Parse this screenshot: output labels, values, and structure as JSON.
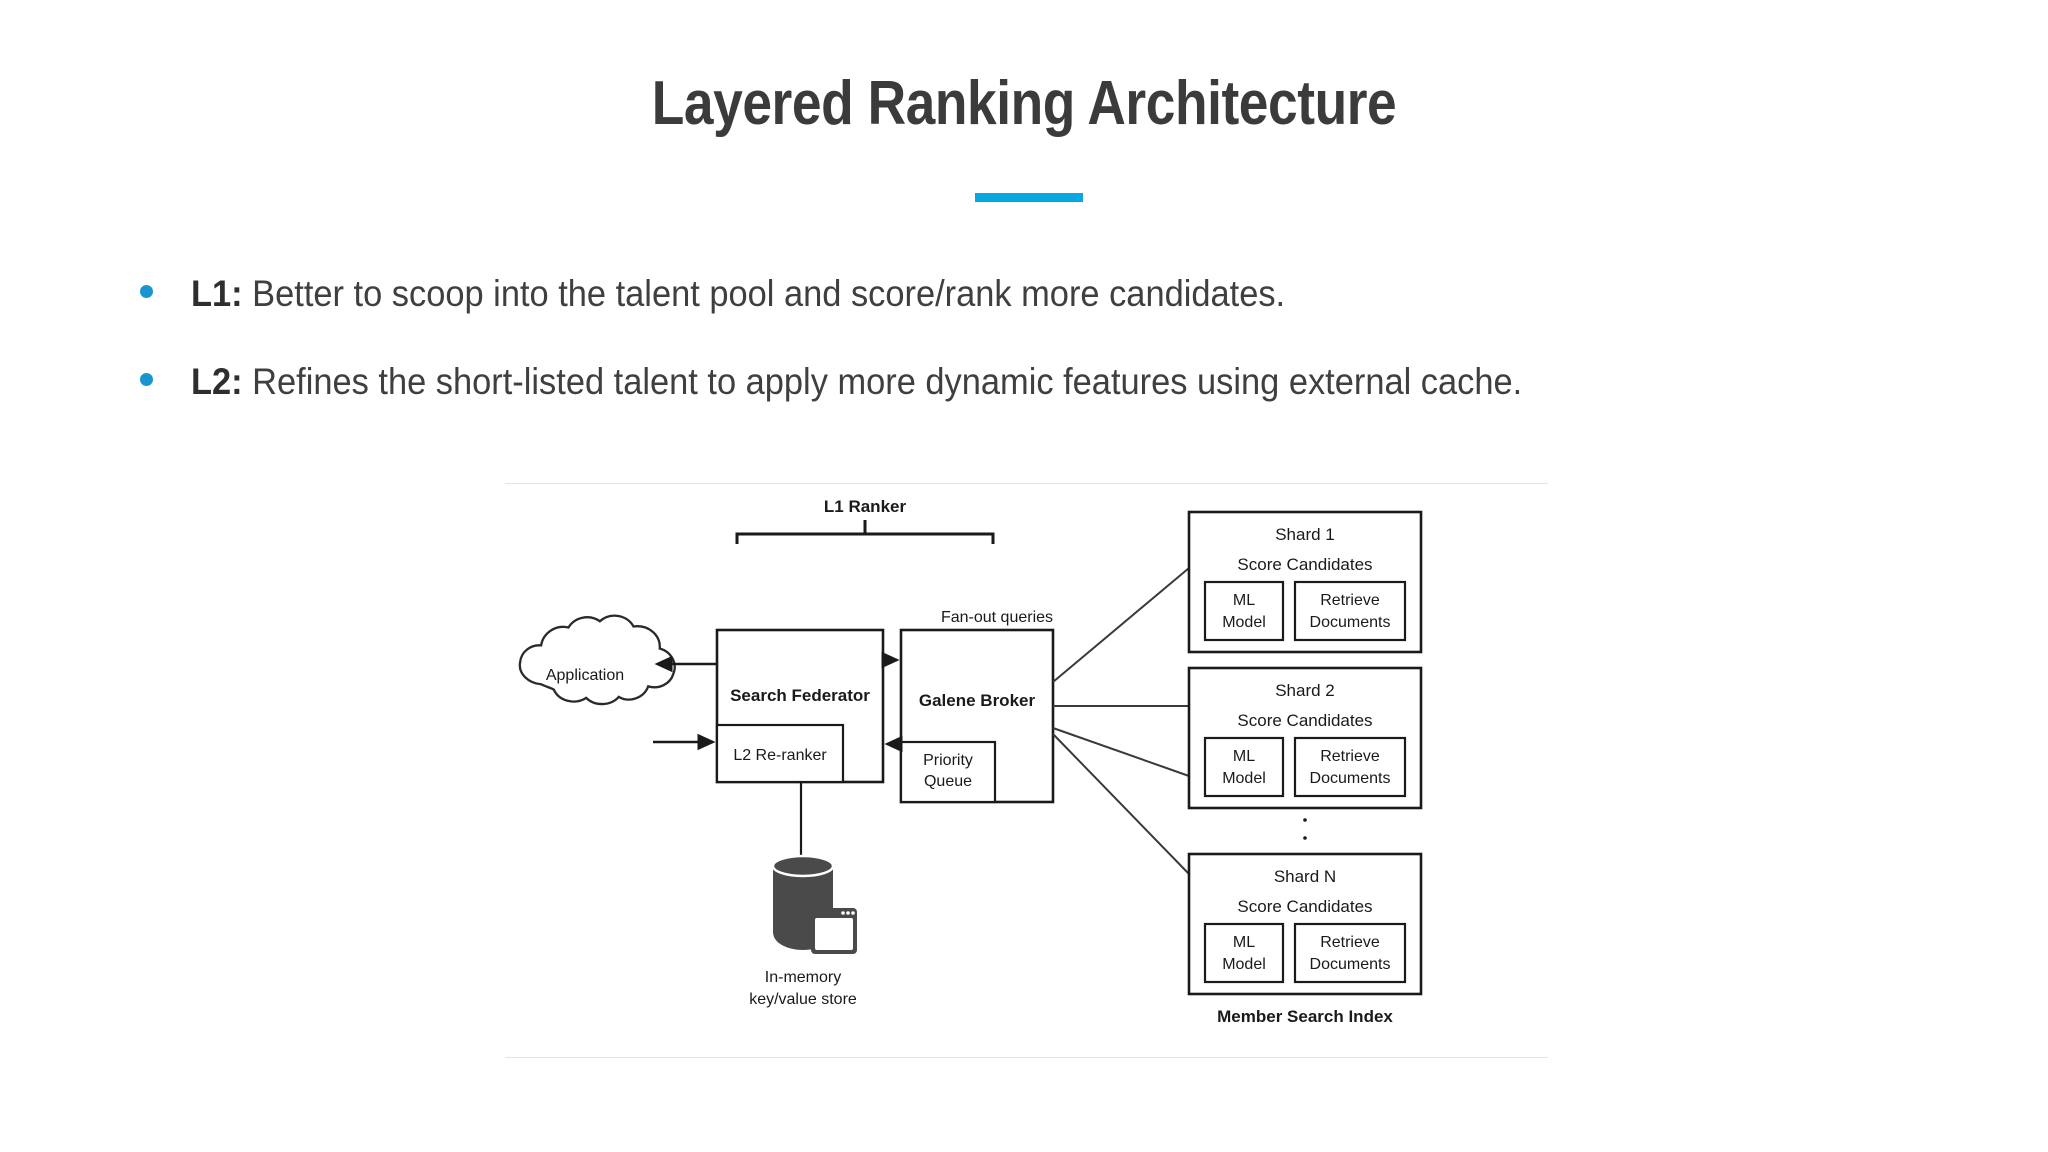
{
  "slide": {
    "title": "Layered Ranking Architecture",
    "accent_color": "#09A7E0",
    "bullet_color": "#1895D0"
  },
  "bullets": [
    {
      "lead": "L1:",
      "text": " Better to scoop into the talent pool and score/rank more candidates."
    },
    {
      "lead": "L2:",
      "text": " Refines the short-listed talent to apply more dynamic features using external cache."
    }
  ],
  "diagram": {
    "l1_ranker_label": "L1 Ranker",
    "fanout_label": "Fan-out queries",
    "application_label": "Application",
    "search_federator_label": "Search Federator",
    "l2_reranker_label": "L2 Re-ranker",
    "galene_broker_label": "Galene Broker",
    "priority_queue_line1": "Priority",
    "priority_queue_line2": "Queue",
    "kv_store_line1": "In-memory",
    "kv_store_line2": "key/value store",
    "member_search_index_label": "Member Search Index",
    "ellipsis": "·",
    "shards": [
      {
        "name": "Shard 1",
        "subtitle": "Score Candidates",
        "box_a_line1": "ML",
        "box_a_line2": "Model",
        "box_b_line1": "Retrieve",
        "box_b_line2": "Documents"
      },
      {
        "name": "Shard 2",
        "subtitle": "Score Candidates",
        "box_a_line1": "ML",
        "box_a_line2": "Model",
        "box_b_line1": "Retrieve",
        "box_b_line2": "Documents"
      },
      {
        "name": "Shard N",
        "subtitle": "Score Candidates",
        "box_a_line1": "ML",
        "box_a_line2": "Model",
        "box_b_line1": "Retrieve",
        "box_b_line2": "Documents"
      }
    ]
  }
}
